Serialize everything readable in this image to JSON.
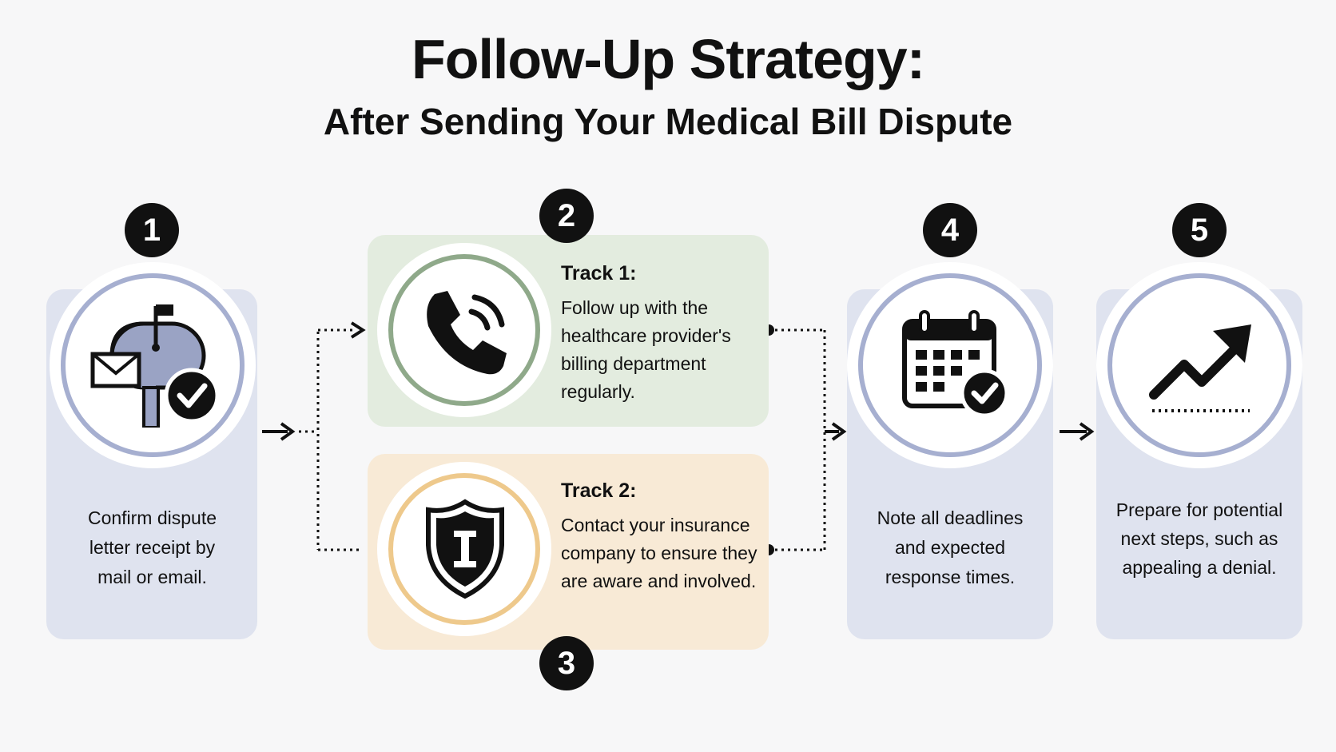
{
  "header": {
    "title": "Follow-Up Strategy:",
    "subtitle": "After Sending Your Medical Bill Dispute"
  },
  "steps": [
    {
      "number": "1",
      "icon": "mailbox-check-icon",
      "text": "Confirm dispute letter receipt by mail or email."
    },
    {
      "number": "2",
      "icon": "phone-icon",
      "title": "Track 1:",
      "text": "Follow up with the healthcare provider's billing department regularly."
    },
    {
      "number": "3",
      "icon": "shield-icon",
      "title": "Track 2:",
      "text": "Contact your insurance company to ensure they are aware and involved."
    },
    {
      "number": "4",
      "icon": "calendar-check-icon",
      "text": "Note all deadlines and expected response times."
    },
    {
      "number": "5",
      "icon": "trend-up-icon",
      "text": "Prepare for potential next steps, such as appealing a denial."
    }
  ],
  "colors": {
    "card": "#dfe3ef",
    "ring": "#a6afd0",
    "track1": "#e3ecdf",
    "track1_ring": "#8fa98a",
    "track2": "#f8ead6",
    "track2_ring": "#eec98c"
  }
}
